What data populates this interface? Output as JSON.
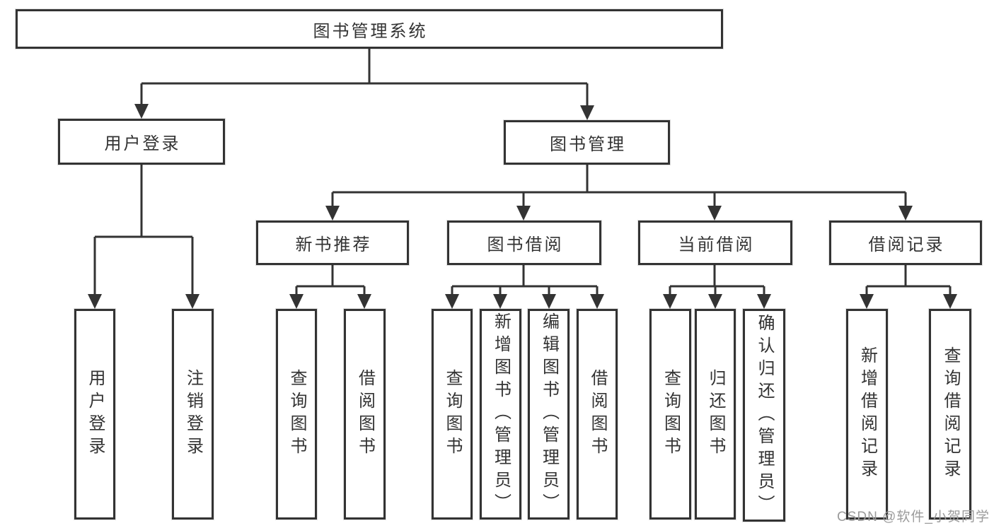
{
  "colors": {
    "line": "#333333",
    "text": "#333333",
    "background": "#ffffff",
    "watermark": "#9b9b9b"
  },
  "tree": {
    "root": {
      "label": "图书管理系统"
    },
    "user_login": {
      "label": "用户登录",
      "children": [
        {
          "label": "用户登录"
        },
        {
          "label": "注销登录"
        }
      ]
    },
    "book_management": {
      "label": "图书管理",
      "new_books": {
        "label": "新书推荐",
        "children": [
          {
            "label": "查询图书"
          },
          {
            "label": "借阅图书"
          }
        ]
      },
      "borrowing": {
        "label": "图书借阅",
        "children": [
          {
            "label": "查询图书"
          },
          {
            "label": "新增图书（管理员）"
          },
          {
            "label": "编辑图书（管理员）"
          },
          {
            "label": "借阅图书"
          }
        ]
      },
      "current": {
        "label": "当前借阅",
        "children": [
          {
            "label": "查询图书"
          },
          {
            "label": "归还图书"
          },
          {
            "label": "确认归还（管理员）"
          }
        ]
      },
      "records": {
        "label": "借阅记录",
        "children": [
          {
            "label": "新增借阅记录"
          },
          {
            "label": "查询借阅记录"
          }
        ]
      }
    },
    "watermark": {
      "text": "CSDN @软件_小贺同学"
    }
  }
}
